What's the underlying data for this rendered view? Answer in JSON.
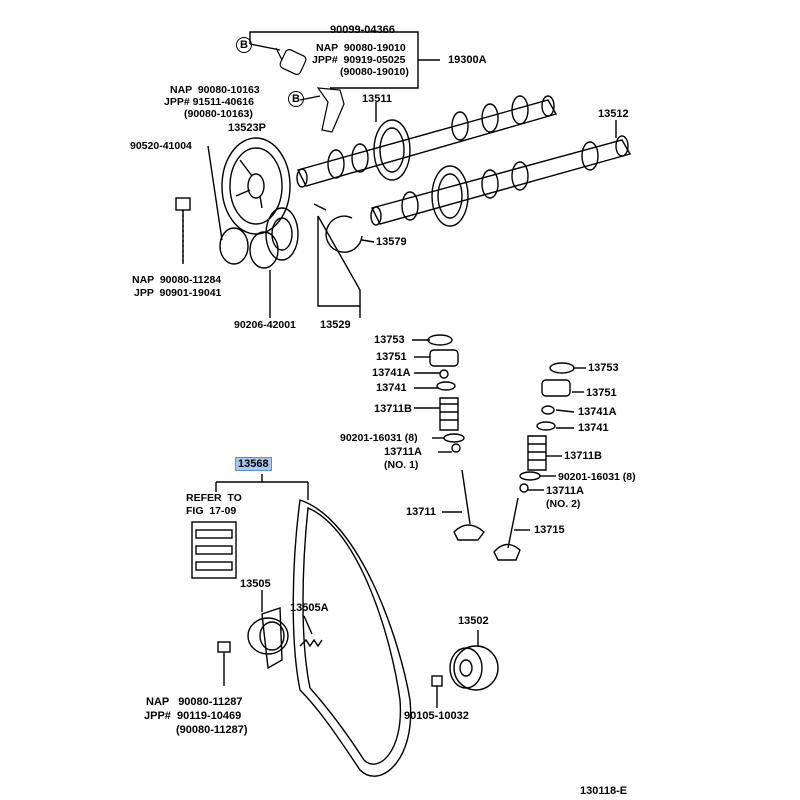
{
  "labels": {
    "p90099_04366": "90099-04366",
    "p19300A": "19300A",
    "nap_top_a": "NAP  90080-19010",
    "jpp_top_a": "JPP#  90919-05025",
    "paren_top_a": "(90080-19010)",
    "p13511": "13511",
    "p13512": "13512",
    "nap_top_b": "NAP  90080-10163",
    "jpp_top_b": "JPP# 91511-40616",
    "paren_top_b": "(90080-10163)",
    "p13523P": "13523P",
    "p90520": "90520-41004",
    "p13579": "13579",
    "nap_left": "NAP  90080-11284",
    "jpp_left": "JPP  90901-19041",
    "p90206": "90206-42001",
    "p13529": "13529",
    "p13753_l": "13753",
    "p13751_l": "13751",
    "p13741A_l": "13741A",
    "p13741_l": "13741",
    "p13711B_l": "13711B",
    "p90201_l": "90201-16031 (8)",
    "p13711A_l": "13711A",
    "no1": "(NO. 1)",
    "p13711": "13711",
    "p13753_r": "13753",
    "p13751_r": "13751",
    "p13741A_r": "13741A",
    "p13741_r": "13741",
    "p13711B_r": "13711B",
    "p90201_r": "90201-16031 (8)",
    "p13711A_r": "13711A",
    "no2": "(NO. 2)",
    "p13715": "13715",
    "p13568": "13568",
    "refer": "REFER  TO",
    "fig": "FIG  17-09",
    "p13505": "13505",
    "p13505A": "13505A",
    "p13502": "13502",
    "nap_bottom": "NAP   90080-11287",
    "jpp_bottom": "JPP#  90119-10469",
    "paren_bottom": "(90080-11287)",
    "p90105": "90105-10032",
    "fig_code": "130118-E",
    "b1": "B",
    "b2": "B"
  },
  "highlight_color": "#a9c8ef"
}
